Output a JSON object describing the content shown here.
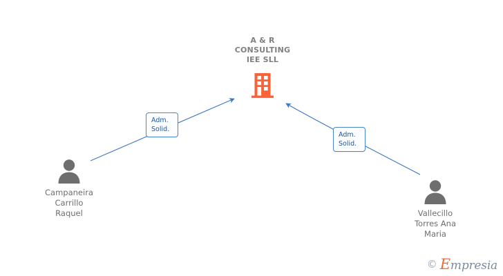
{
  "diagram": {
    "type": "org-relationship-graph",
    "background_color": "#ffffff",
    "company": {
      "name": "A & R\nCONSULTING\nIEE SLL",
      "icon": "building-icon",
      "icon_color": "#fb6236",
      "text_color": "#808080"
    },
    "persons": [
      {
        "id": "person-left",
        "name": "Campaneira\nCarrillo\nRaquel",
        "icon": "person-icon",
        "icon_color": "#6e6e6e",
        "text_color": "#6e6e6e"
      },
      {
        "id": "person-right",
        "name": "Vallecillo\nTorres Ana\nMaria",
        "icon": "person-icon",
        "icon_color": "#6e6e6e",
        "text_color": "#6e6e6e"
      }
    ],
    "edges": [
      {
        "id": "edge-left",
        "from": "person-left",
        "to": "company",
        "label": "Adm.\nSolid.",
        "line_color": "#3b78c3",
        "label_border_color": "#4a86c8",
        "label_text_color": "#1e56a0"
      },
      {
        "id": "edge-right",
        "from": "person-right",
        "to": "company",
        "label": "Adm.\nSolid.",
        "line_color": "#3b78c3",
        "label_border_color": "#4a86c8",
        "label_text_color": "#1e56a0"
      }
    ]
  },
  "watermark": {
    "copyright": "©",
    "brand_first_letter": "E",
    "brand_rest": "mpresia",
    "brand_accent_color": "#f26a2e",
    "brand_text_color": "#7b8c9c"
  }
}
